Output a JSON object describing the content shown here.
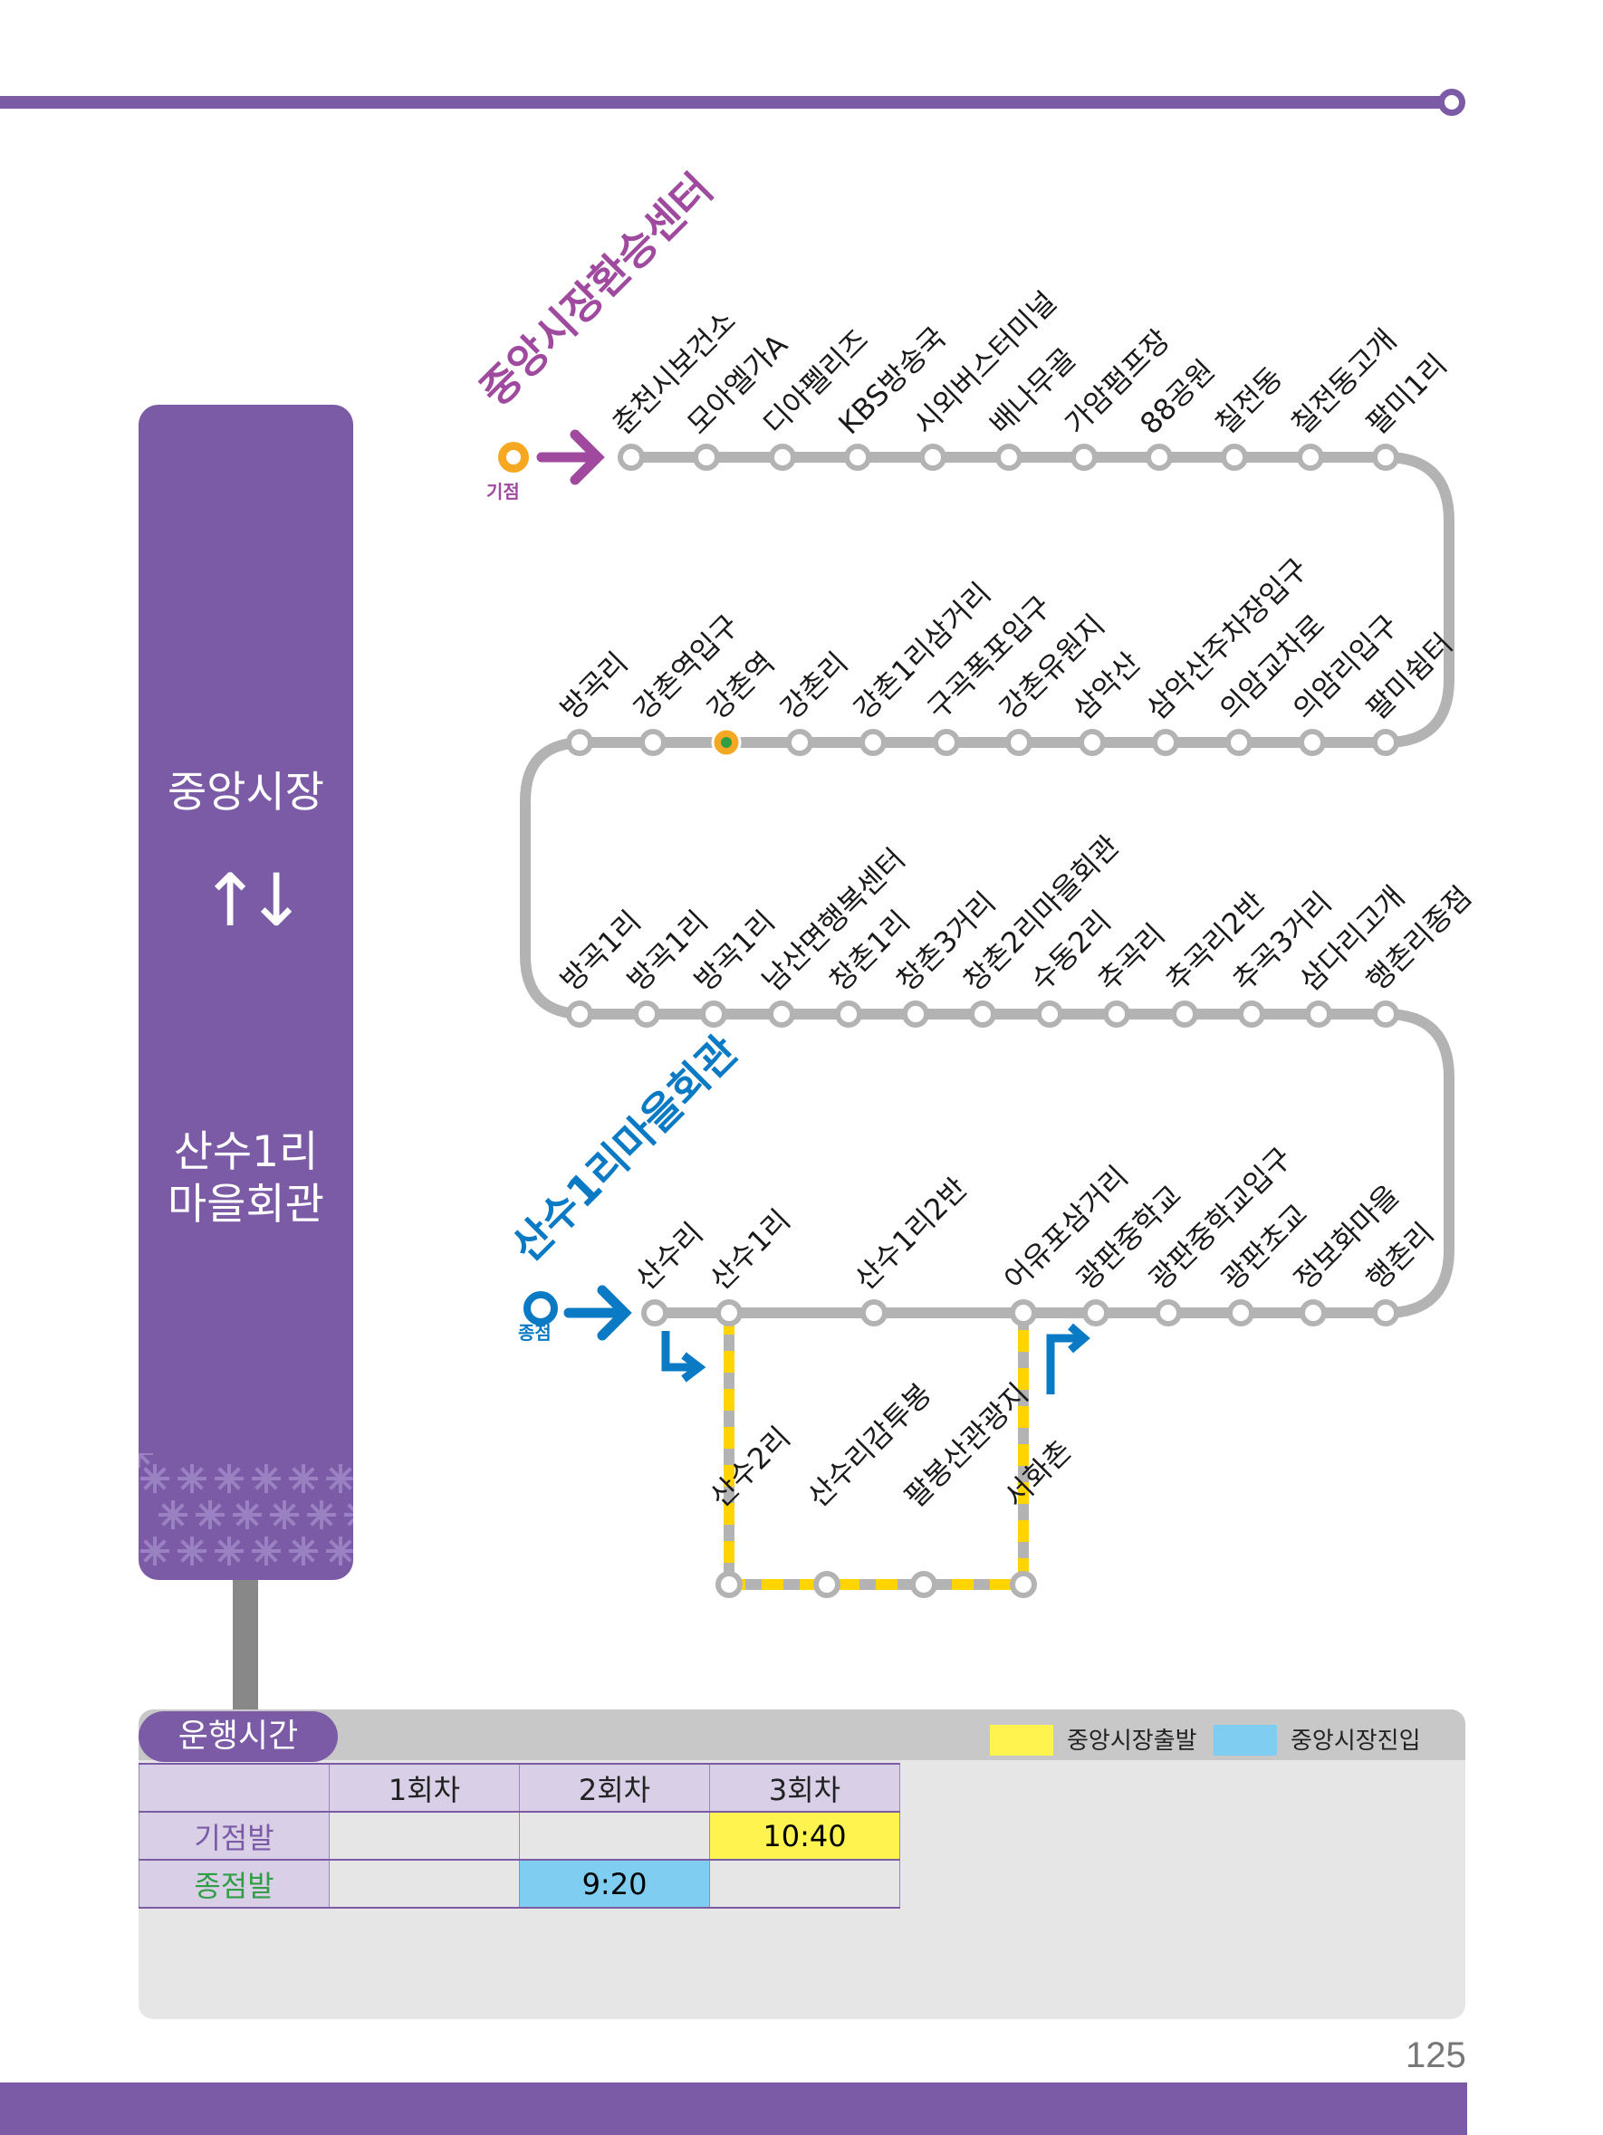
{
  "side_panel": {
    "origin": "중앙시장",
    "direction_arrows": "↑↓",
    "destination_line1": "산수1리",
    "destination_line2": "마을회관"
  },
  "route": {
    "start_hub": "중앙시장환승센터",
    "start_tag": "기점",
    "end_hub": "산수1리마을회관",
    "end_tag": "종점",
    "row1": [
      "춘천시보건소",
      "모아엘가A",
      "디아펠리즈",
      "KBS방송국",
      "시외버스터미널",
      "배나무골",
      "가암펌프장",
      "88공원",
      "칠전동",
      "칠전동고개",
      "팔미1리"
    ],
    "row2": [
      "방곡리",
      "강촌역입구",
      "강촌역",
      "강촌리",
      "강촌1리삼거리",
      "구곡폭포입구",
      "강촌유원지",
      "삼악산",
      "삼악산주차장입구",
      "의암교차로",
      "의암리입구",
      "팔미쉼터"
    ],
    "row3": [
      "방곡1리",
      "방곡1리",
      "방곡1리",
      "남산면행복센터",
      "창촌1리",
      "창촌3거리",
      "창촌2리마을회관",
      "수동2리",
      "추곡리",
      "추곡리2반",
      "추곡3거리",
      "삼다리고개",
      "행촌리종점"
    ],
    "row4": [
      "산수리",
      "산수1리",
      "산수1리2반",
      "어유포삼거리",
      "광판중학교",
      "광판중학교입구",
      "광판초교",
      "정보화마을",
      "행촌리"
    ],
    "loop": [
      "산수2리",
      "산수리감투봉",
      "팔봉산관광지",
      "서화촌"
    ]
  },
  "schedule": {
    "title": "운행시간",
    "legend": [
      {
        "label": "중앙시장출발",
        "color": "#fff34f"
      },
      {
        "label": "중앙시장진입",
        "color": "#7fcdf0"
      }
    ],
    "columns": [
      "",
      "1회차",
      "2회차",
      "3회차"
    ],
    "rows": [
      {
        "label": "기점발",
        "label_color": "#7b5aa6",
        "cells": [
          "",
          "",
          "10:40"
        ]
      },
      {
        "label": "종점발",
        "label_color": "#2f9e44",
        "cells": [
          "",
          "9:20",
          ""
        ]
      }
    ]
  },
  "page_number": "125",
  "colors": {
    "brand_purple": "#7b5aa6",
    "route_gray": "#b3b3b3",
    "end_blue": "#0a7ac4",
    "start_magenta": "#a04a9f",
    "departure_yellow": "#fff34f",
    "entry_blue": "#7fcdf0"
  }
}
